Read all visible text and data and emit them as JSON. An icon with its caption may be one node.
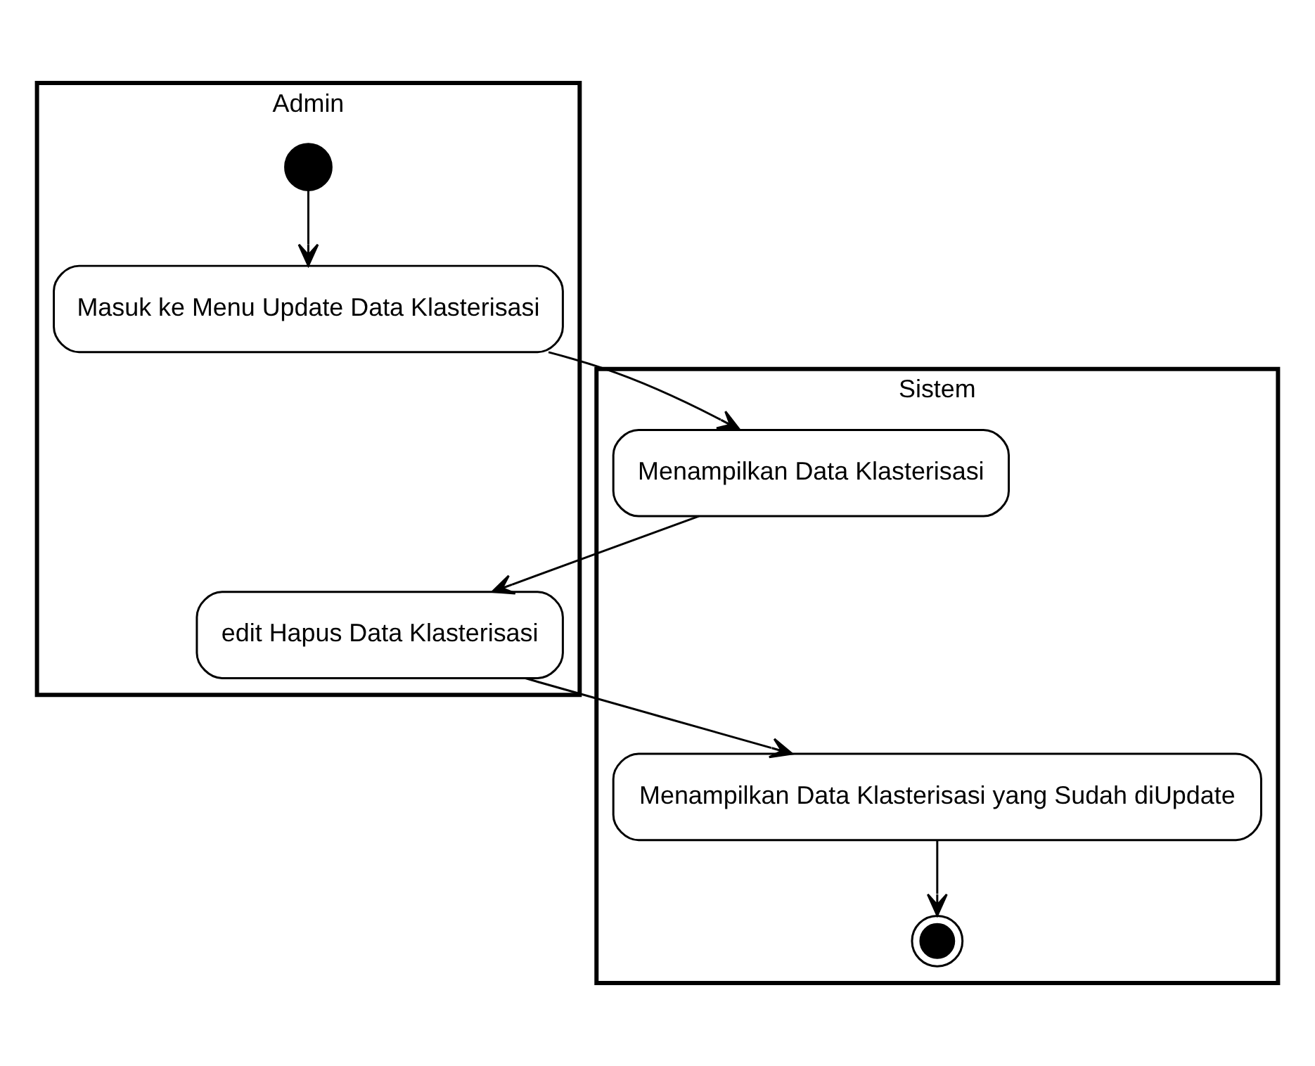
{
  "diagram": {
    "nodes": [
      {
        "text": [
          "Admin"
        ]
      },
      {
        "text": [
          "Sistem"
        ]
      },
      {
        "text": [],
        "shape": "circle",
        "in": 0
      },
      {
        "text": [
          "Masuk ke Menu Update Data Klasterisasi"
        ],
        "in": 0
      },
      {
        "text": [
          "Menampilkan Data Klasterisasi"
        ],
        "in": 1
      },
      {
        "text": [
          "edit Hapus Data Klasterisasi"
        ],
        "in": 0
      },
      {
        "text": [
          "Menampilkan Data Klasterisasi yang Sudah diUpdate"
        ],
        "in": 1
      },
      {
        "text": [],
        "shape": "bullseye",
        "in": 1
      }
    ],
    "edges": [
      {
        "from": 2,
        "to": 3,
        "arrow": "to"
      },
      {
        "from": 3,
        "to": 4,
        "arrow": "to"
      },
      {
        "from": 4,
        "to": 5,
        "arrow": "to"
      },
      {
        "from": 5,
        "to": 6,
        "arrow": "to"
      },
      {
        "from": 6,
        "to": 7,
        "arrow": "to"
      }
    ]
  }
}
